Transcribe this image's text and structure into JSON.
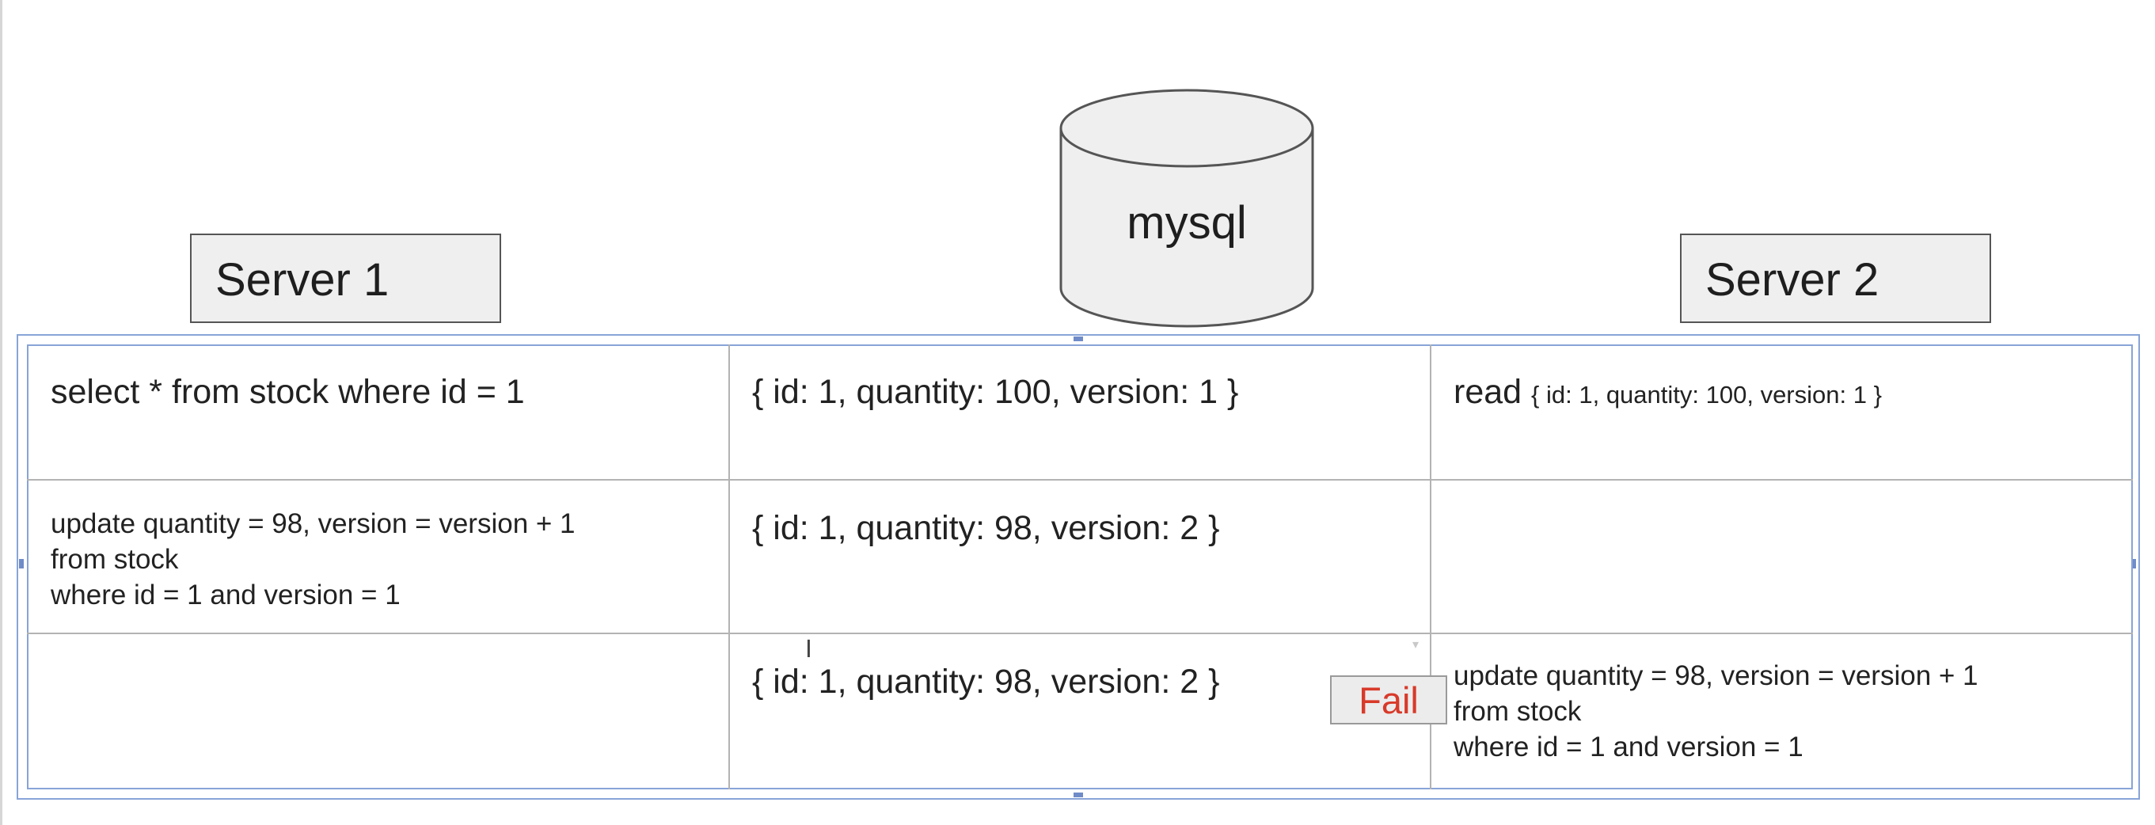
{
  "servers": {
    "left": "Server 1",
    "right": "Server 2"
  },
  "database": {
    "label": "mysql"
  },
  "rows": [
    {
      "server1": "select * from stock where id = 1",
      "db": "{ id: 1, quantity: 100, version: 1 }",
      "server2_word": "read",
      "server2_data": "{ id: 1, quantity: 100, version: 1 }"
    },
    {
      "server1_lines": [
        "update quantity = 98, version = version + 1",
        "from stock",
        "where id = 1 and version = 1"
      ],
      "db": "{ id: 1, quantity: 98, version: 2 }"
    },
    {
      "db": "{ id: 1, quantity: 98, version: 2 }",
      "server2_lines": [
        "update quantity = 98, version = version + 1",
        "from stock",
        "where id = 1 and version = 1"
      ]
    }
  ],
  "fail": {
    "label": "Fail",
    "color": "#d83a2a"
  },
  "cursor_glyph": "I"
}
